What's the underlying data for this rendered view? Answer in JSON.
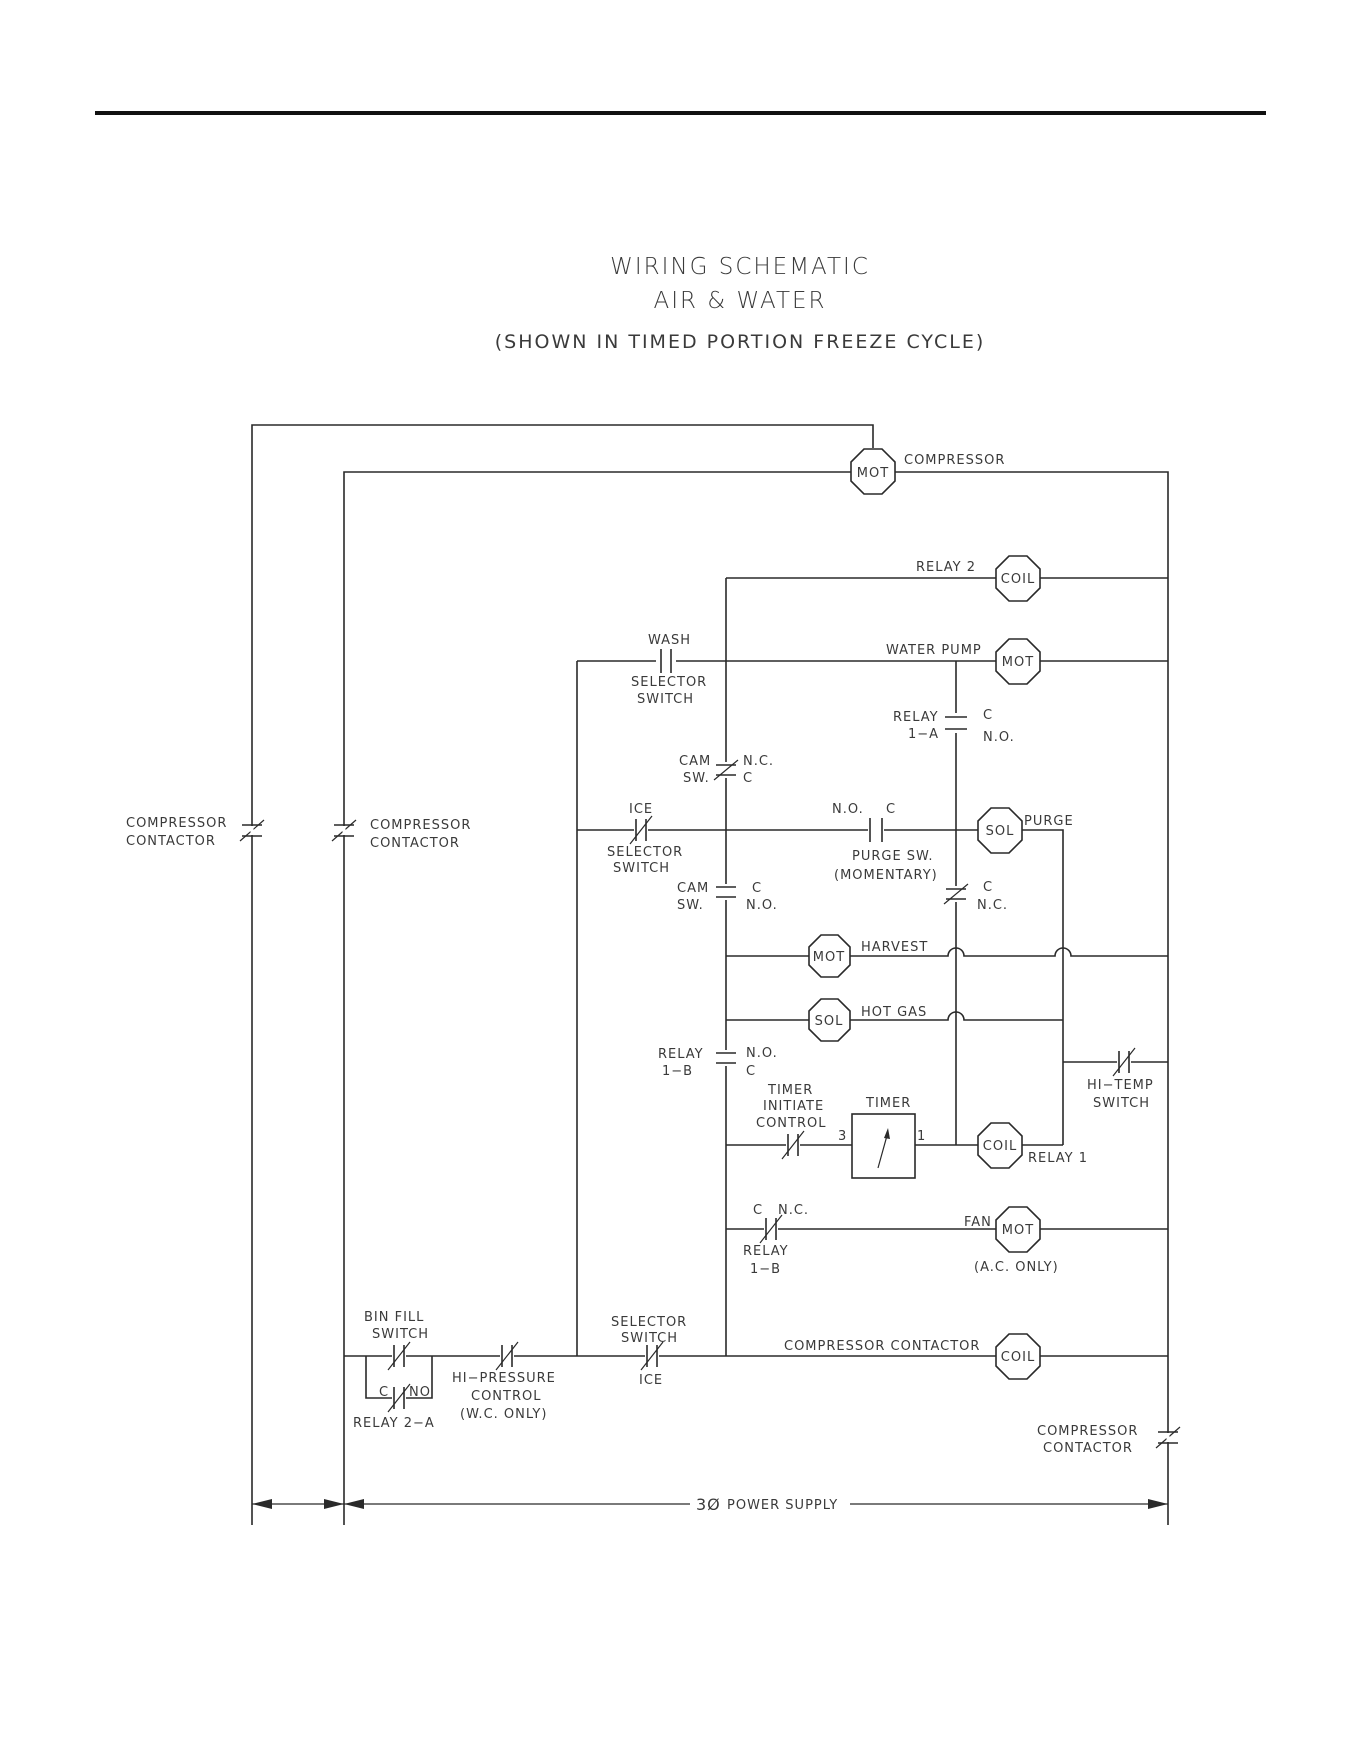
{
  "title": {
    "line1": "WIRING SCHEMATIC",
    "line2": "AIR & WATER",
    "line3": "(SHOWN IN TIMED PORTION FREEZE CYCLE)"
  },
  "labels": {
    "compressor": "COMPRESSOR",
    "mot": "MOT",
    "coil": "COIL",
    "sol": "SOL",
    "relay2": "RELAY 2",
    "water_pump": "WATER PUMP",
    "wash": "WASH",
    "selector": "SELECTOR",
    "switch": "SWITCH",
    "relay": "RELAY",
    "relay_1a": "1−A",
    "c": "C",
    "no": "N.O.",
    "nc": "N.C.",
    "cam": "CAM",
    "sw": "SW.",
    "ice": "ICE",
    "purge": "PURGE",
    "purge_sw": "PURGE SW.",
    "momentary": "(MOMENTARY)",
    "harvest": "HARVEST",
    "hot_gas": "HOT GAS",
    "relay_1b": "1−B",
    "timer": "TIMER",
    "initiate": "INITIATE",
    "control": "CONTROL",
    "num3": "3",
    "num1": "1",
    "hi_temp": "HI−TEMP",
    "relay1": "RELAY 1",
    "fan": "FAN",
    "ac_only": "(A.C. ONLY)",
    "bin_fill": "BIN FILL",
    "no_short": "NO",
    "relay_2a": "RELAY 2−A",
    "hi_pressure": "HI−PRESSURE",
    "wc_only": "(W.C. ONLY)",
    "compressor_contactor": "COMPRESSOR CONTACTOR",
    "contactor": "CONTACTOR",
    "power_phase": "3Ø",
    "power_supply": "POWER SUPPLY"
  }
}
